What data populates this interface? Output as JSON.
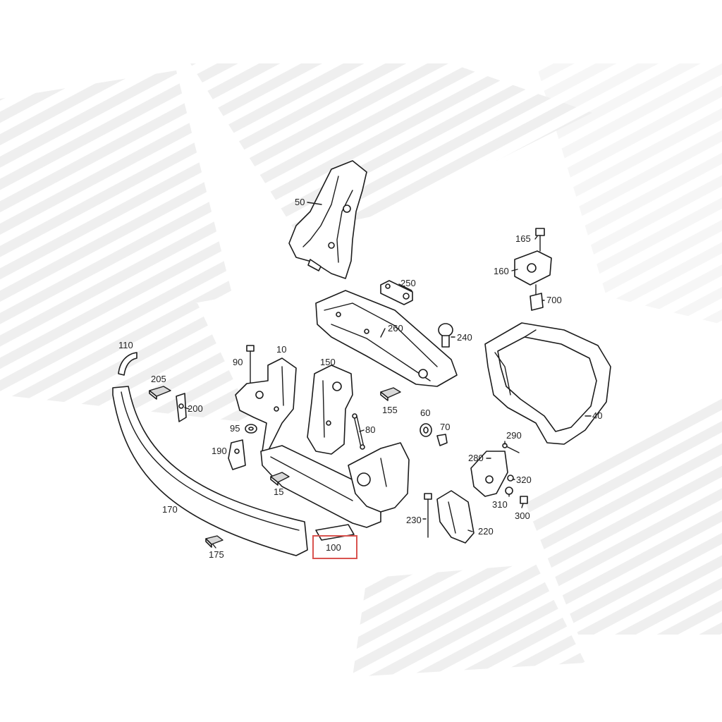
{
  "diagram": {
    "highlight_color": "#d9534f",
    "highlighted_part": "100",
    "labels": {
      "p10": "10",
      "p15": "15",
      "p40": "40",
      "p50": "50",
      "p60": "60",
      "p70": "70",
      "p80": "80",
      "p90": "90",
      "p95": "95",
      "p100": "100",
      "p110": "110",
      "p150": "150",
      "p155": "155",
      "p160": "160",
      "p165": "165",
      "p170": "170",
      "p175": "175",
      "p190": "190",
      "p200": "200",
      "p205": "205",
      "p220": "220",
      "p230": "230",
      "p240": "240",
      "p250": "250",
      "p260": "260",
      "p280": "280",
      "p290": "290",
      "p300": "300",
      "p310": "310",
      "p320": "320",
      "p700": "700"
    }
  }
}
